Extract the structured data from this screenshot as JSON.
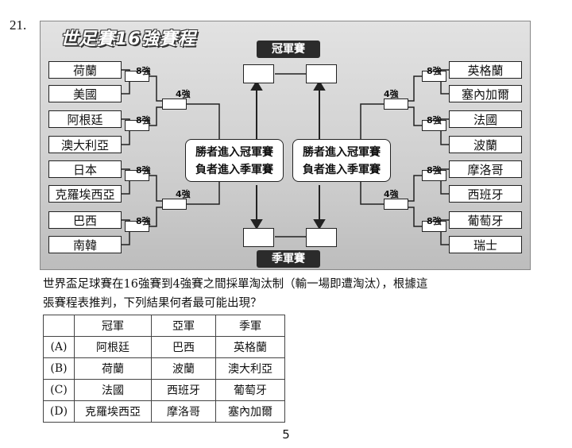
{
  "question_number": "21.",
  "bracket": {
    "title": "世足賽16強賽程",
    "final_banner": "冠軍賽",
    "third_place_banner": "季軍賽",
    "round_labels": {
      "r8": "8強",
      "r4": "4強"
    },
    "rule_line1": "勝者進入冠軍賽",
    "rule_line2": "負者進入季軍賽",
    "left_teams": [
      "荷蘭",
      "美國",
      "阿根廷",
      "澳大利亞",
      "日本",
      "克羅埃西亞",
      "巴西",
      "南韓"
    ],
    "right_teams": [
      "英格蘭",
      "塞內加爾",
      "法國",
      "波蘭",
      "摩洛哥",
      "西班牙",
      "葡萄牙",
      "瑞士"
    ]
  },
  "question": {
    "line1": "世界盃足球賽在16強賽到4強賽之間採單淘汰制（輸一場即遭淘汰），根據這",
    "line2": "張賽程表推判，下列結果何者最可能出現？"
  },
  "options_table": {
    "headers": [
      "",
      "冠軍",
      "亞軍",
      "季軍"
    ],
    "rows": [
      [
        "(A)",
        "阿根廷",
        "巴西",
        "英格蘭"
      ],
      [
        "(B)",
        "荷蘭",
        "波蘭",
        "澳大利亞"
      ],
      [
        "(C)",
        "法國",
        "西班牙",
        "葡萄牙"
      ],
      [
        "(D)",
        "克羅埃西亞",
        "摩洛哥",
        "塞內加爾"
      ]
    ]
  },
  "page_number": "5"
}
